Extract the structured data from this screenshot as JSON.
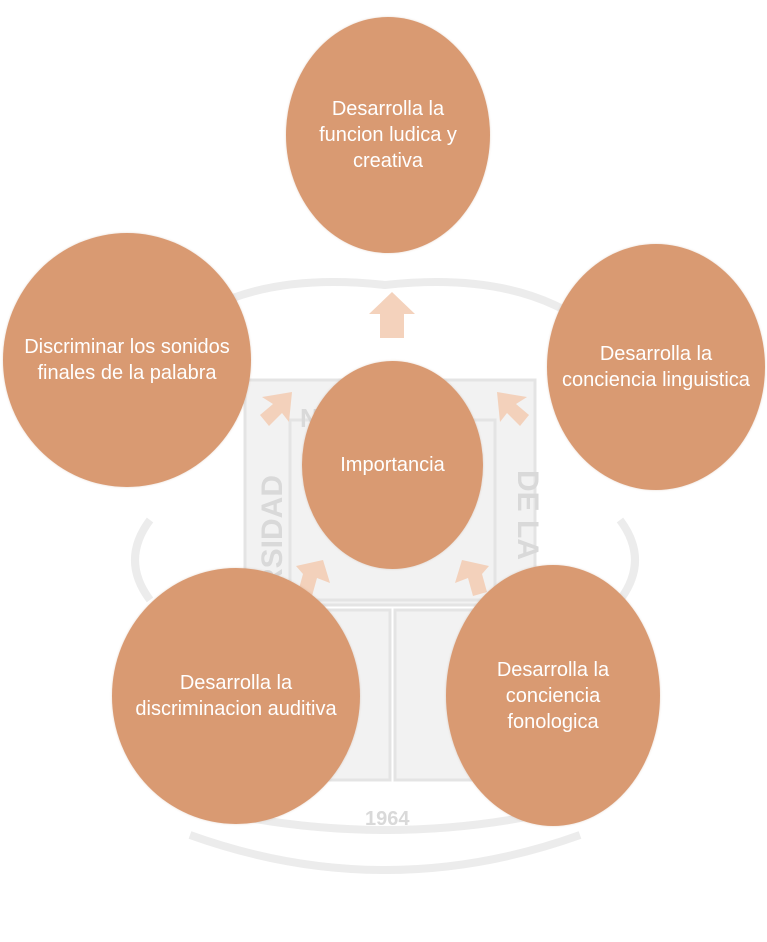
{
  "diagram": {
    "center": {
      "label": "Importancia"
    },
    "nodes": [
      {
        "id": "top",
        "label": "Desarrolla la funcion ludica y creativa"
      },
      {
        "id": "right",
        "label": "Desarrolla la conciencia linguistica"
      },
      {
        "id": "bottom-right",
        "label": "Desarrolla la conciencia fonologica"
      },
      {
        "id": "bottom-left",
        "label": "Desarrolla la discriminacion auditiva"
      },
      {
        "id": "left",
        "label": "Discriminar los sonidos finales de la palabra"
      }
    ],
    "colors": {
      "node_fill": "#d99a72",
      "node_text": "#ffffff",
      "arrow_fill": "#f3cdb5",
      "watermark": "#d9d9d9"
    }
  },
  "watermark": {
    "left_vertical": "RSIDAD",
    "right_vertical": "DE LA",
    "top_arc": "NO S",
    "year": "1964"
  }
}
